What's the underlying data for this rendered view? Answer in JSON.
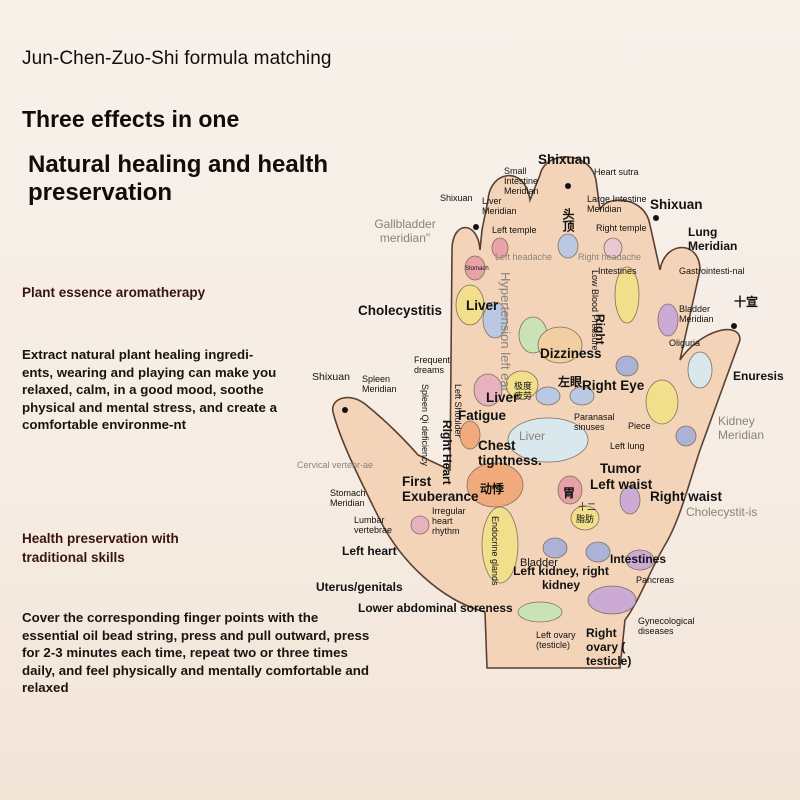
{
  "heading1": "Jun-Chen-Zuo-Shi formula matching",
  "heading2": "Three effects in one",
  "heading3": "Natural healing and health preservation",
  "section1": "Plant essence aromatherapy",
  "para1": "Extract natural plant healing ingredi-ents, wearing and playing can make you relaxed, calm, in a good mood, soothe physical and mental stress, and create a comfortable environme-nt",
  "section2": "Health preservation with traditional skills",
  "para2": "Cover the corresponding finger points with the essential oil bead string, press and pull outward, press for 2-3 minutes each time, repeat two or three times daily, and feel physically and mentally comfortable and relaxed",
  "labels": {
    "shixuan_top": "Shixuan",
    "heart_sutra": "Heart sutra",
    "small_intestine": "Small Intestine Meridian",
    "shixuan_index": "Shixuan",
    "liver_meridian": "Liver Meridian",
    "large_intestine": "Large Intestine Meridian",
    "shixuan_ring": "Shixuan",
    "gallbladder": "Gallbladder meridian\"",
    "left_temple": "Left temple",
    "right_temple": "Right temple",
    "lung_meridian": "Lung Meridian",
    "left_headache": "Left headache",
    "right_headache": "Right headache",
    "stomach_small": "Stomach",
    "hypertension": "Hypertension left ear",
    "intestines": "Intestines",
    "low_blood": "Low Blood Pressure",
    "gastro": "Gastrointesti-nal",
    "shixuan_pinky_cn": "十宣",
    "cholecystitis1": "Cholecystitis",
    "liver1": "Liver",
    "bladder_meridian": "Bladder Meridian",
    "right_vert": "Right",
    "dizziness": "Dizziness",
    "oliguria": "Oliguria",
    "frequent_dreams": "Frequent dreams",
    "shixuan_thumb": "Shixuan",
    "spleen_meridian": "Spleen Meridian",
    "enuresis": "Enuresis",
    "left_shoulder": "Left Shoulder",
    "spleen_qi": "Spleen Qi deficiency",
    "liver2": "Liver",
    "right_eye": "Right Eye",
    "fatigue": "Fatigue",
    "paranasal": "Paranasal sinuses",
    "right_heart": "Right Heart",
    "piece": "Piece",
    "kidney_meridian": "Kidney Meridian",
    "liver3": "Liver",
    "left_lung": "Left lung",
    "chest": "Chest tightness.",
    "cervical": "Cervical vertebr-ae",
    "tumor": "Tumor",
    "left_waist": "Left waist",
    "first_exuberance": "First Exuberance",
    "right_waist": "Right waist",
    "stomach_meridian": "Stomach Meridian",
    "irregular": "Irregular heart rhythm",
    "cholecystitis2": "Cholecystit-is",
    "lumbar": "Lumbar vertebrae",
    "endocrine": "Endocrine glands",
    "left_heart": "Left heart",
    "intestines2": "Intestines",
    "bladder": "Bladder",
    "left_kidney": "Left kidney, right kidney",
    "pancreas": "Pancreas",
    "uterus": "Uterus/genitals",
    "lower_abd": "Lower abdominal soreness",
    "gyneco": "Gynecological diseases",
    "left_ovary": "Left ovary (testicle)",
    "right_ovary": "Right ovary ( testicle)",
    "cn_top": "头顶",
    "cn_zuoyan": "左眼",
    "cn_tired": "极度疲劳",
    "cn_palp": "动悸",
    "cn_wei": "胃",
    "cn_shier": "十二",
    "cn_gao": "脂肪"
  }
}
